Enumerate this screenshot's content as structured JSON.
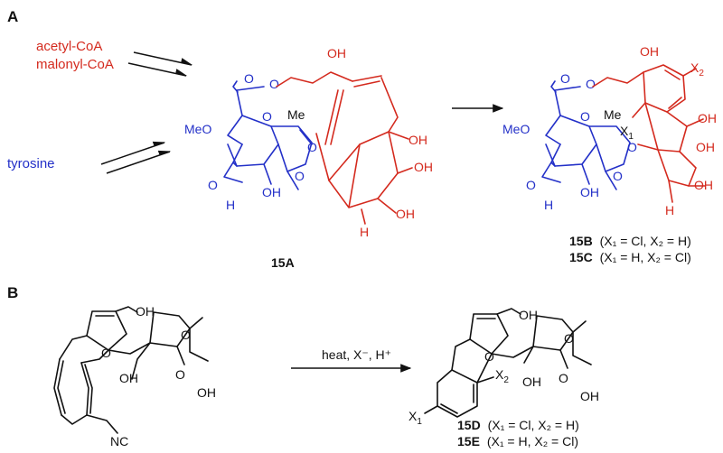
{
  "panels": {
    "a": "A",
    "b": "B"
  },
  "precursors": {
    "acetyl": "acetyl-CoA",
    "malonyl": "malonyl-CoA",
    "tyrosine": "tyrosine"
  },
  "atoms": {
    "OH": "OH",
    "O": "O",
    "Me": "Me",
    "MeO": "MeO",
    "H": "H",
    "X1": "X",
    "X2": "X",
    "sub1": "1",
    "sub2": "2",
    "NC": "NC"
  },
  "compounds": {
    "c15A": "15A",
    "c15B": {
      "id": "15B",
      "desc": "(X₁ = Cl, X₂ = H)"
    },
    "c15C": {
      "id": "15C",
      "desc": "(X₁ = H, X₂ = Cl)"
    },
    "c15D": {
      "id": "15D",
      "desc": "(X₁ = Cl, X₂ = H)"
    },
    "c15E": {
      "id": "15E",
      "desc": "(X₁ = H, X₂ = Cl)"
    }
  },
  "conditions": {
    "reagents": "heat, X⁻, H⁺"
  },
  "colors": {
    "polyketide": "#d42a1e",
    "tyrosine": "#2330c8",
    "ink": "#111111"
  }
}
